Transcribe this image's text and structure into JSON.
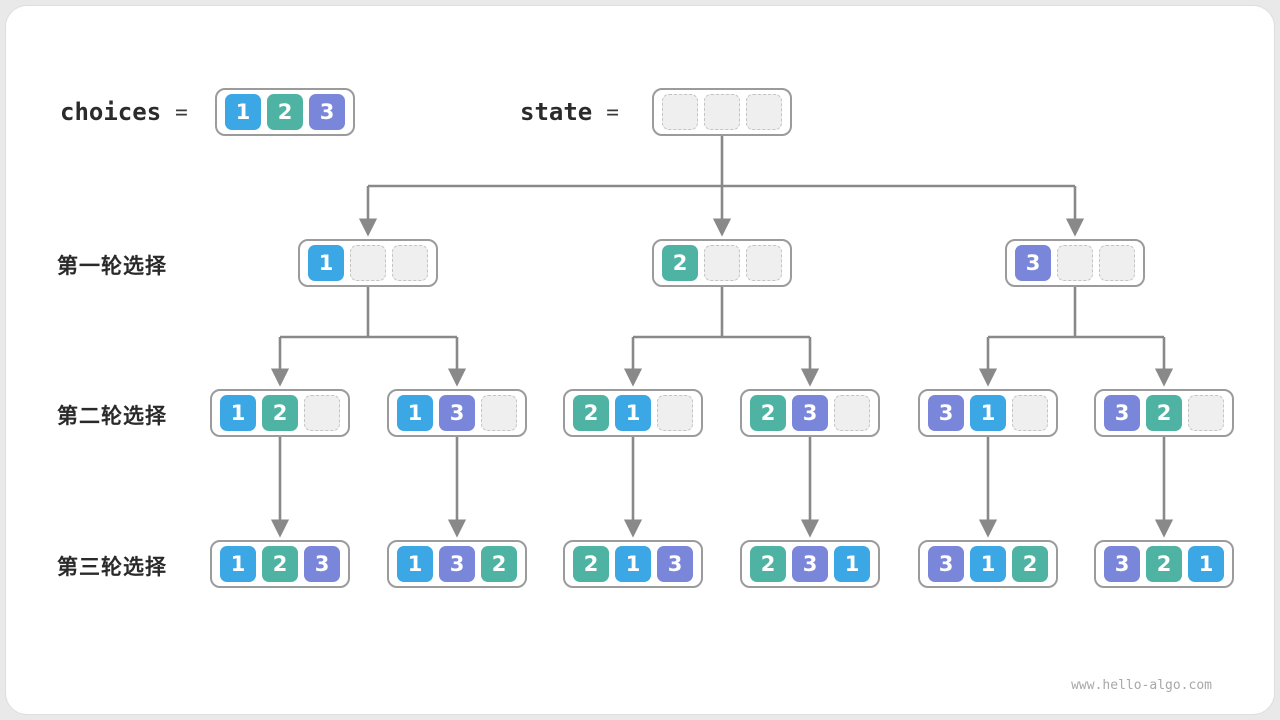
{
  "header": {
    "choices_label": "choices",
    "state_label": "state",
    "equals": "=",
    "choices_values": [
      1,
      2,
      3
    ],
    "state_values": [
      null,
      null,
      null
    ]
  },
  "rows": [
    {
      "label": "第一轮选择",
      "nodes": [
        [
          1,
          null,
          null
        ],
        [
          2,
          null,
          null
        ],
        [
          3,
          null,
          null
        ]
      ]
    },
    {
      "label": "第二轮选择",
      "nodes": [
        [
          1,
          2,
          null
        ],
        [
          1,
          3,
          null
        ],
        [
          2,
          1,
          null
        ],
        [
          2,
          3,
          null
        ],
        [
          3,
          1,
          null
        ],
        [
          3,
          2,
          null
        ]
      ]
    },
    {
      "label": "第三轮选择",
      "nodes": [
        [
          1,
          2,
          3
        ],
        [
          1,
          3,
          2
        ],
        [
          2,
          1,
          3
        ],
        [
          2,
          3,
          1
        ],
        [
          3,
          1,
          2
        ],
        [
          3,
          2,
          1
        ]
      ]
    }
  ],
  "colors": {
    "1": "#3ba7e5",
    "2": "#4fb3a3",
    "3": "#7a86d9",
    "connector": "#898989"
  },
  "watermark": "www.hello-algo.com"
}
